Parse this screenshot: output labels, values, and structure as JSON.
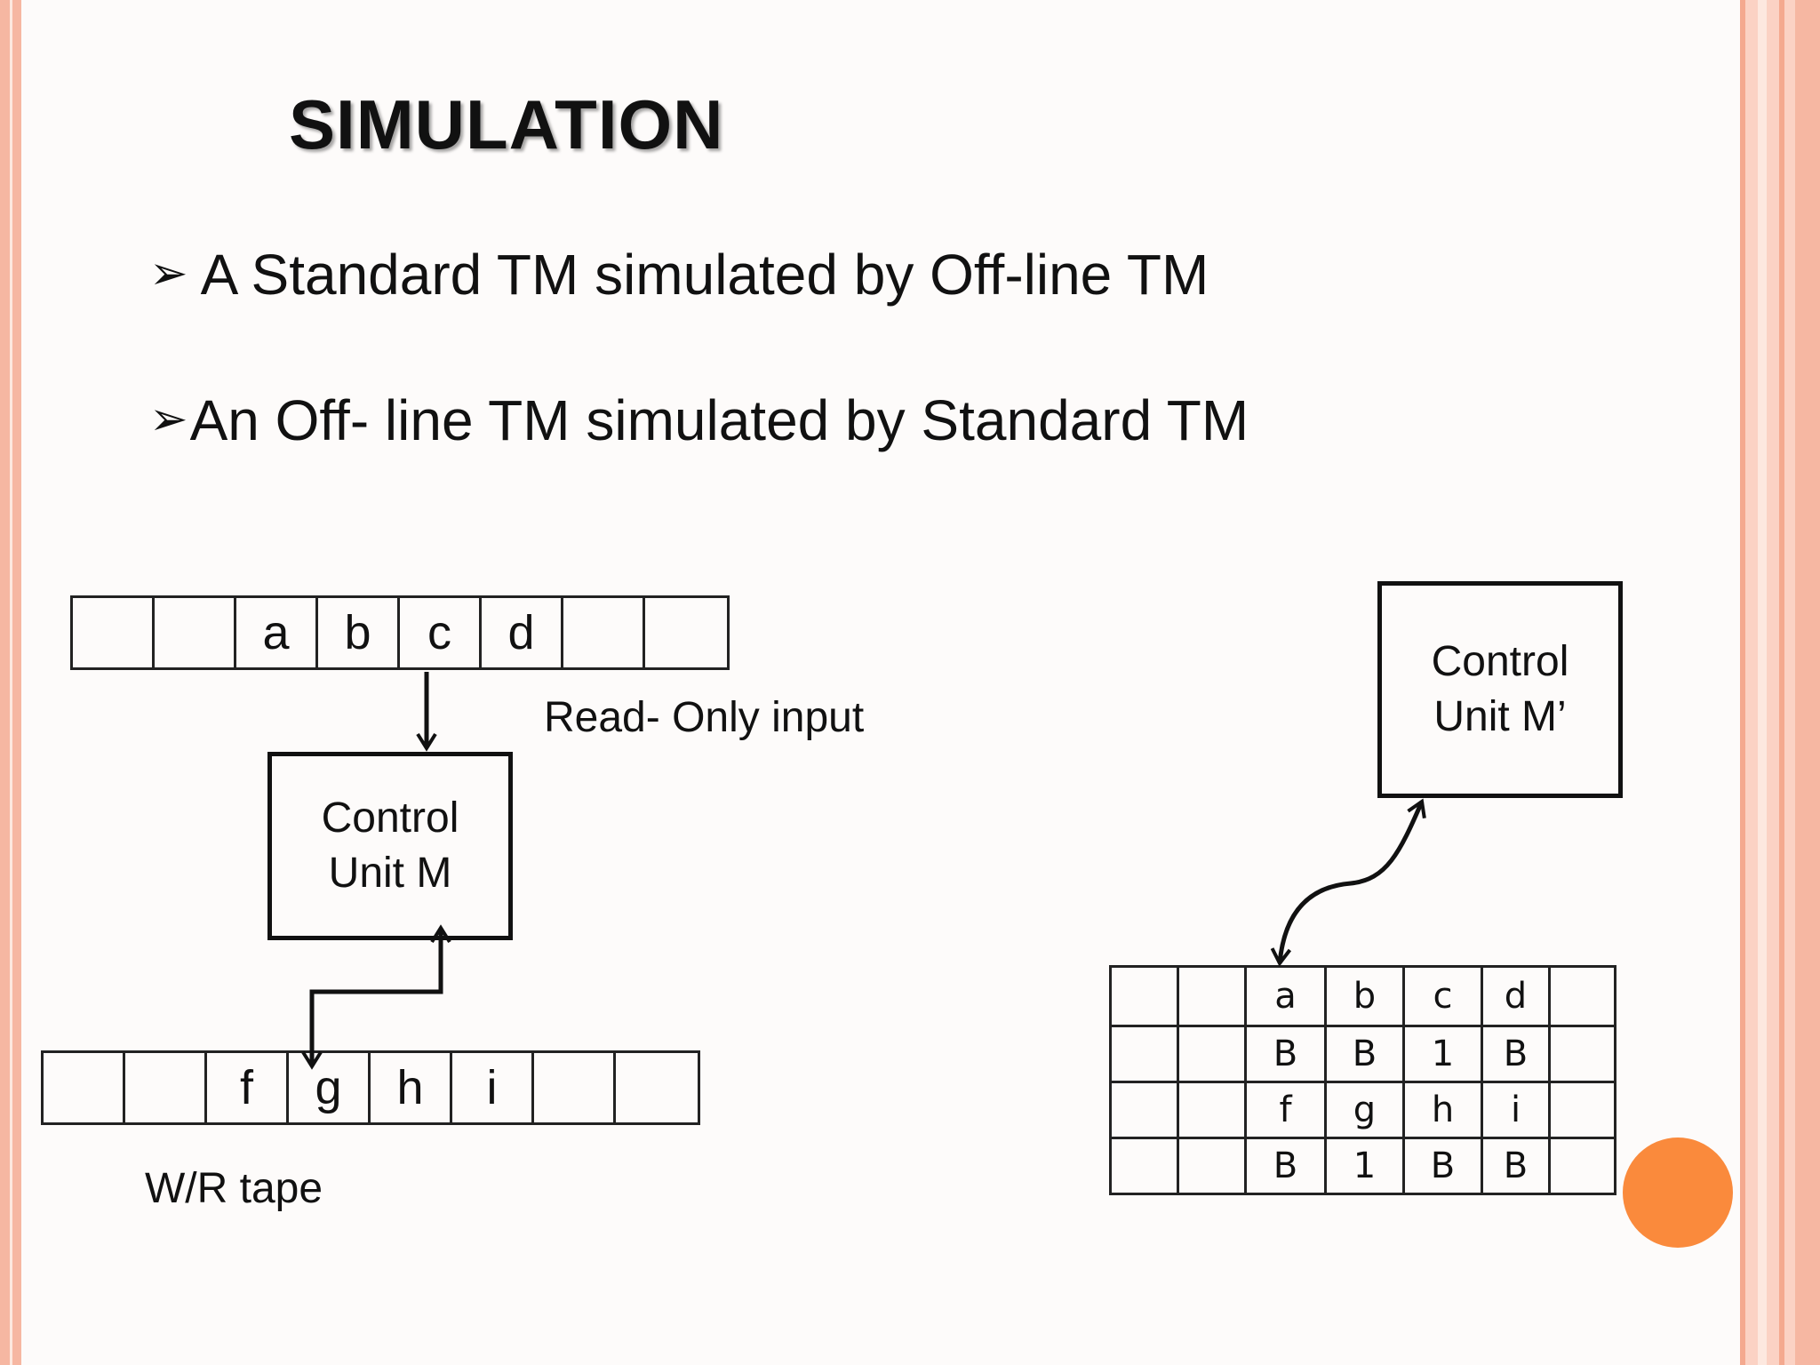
{
  "title": "SIMULATION",
  "bullets": [
    {
      "marker": "➢",
      "text": "A Standard TM simulated by Off-line TM"
    },
    {
      "marker": "➢",
      "text": "An Off- line TM  simulated by Standard TM"
    }
  ],
  "offline_tm": {
    "input_tape": [
      "",
      "",
      "a",
      "b",
      "c",
      "d",
      "",
      ""
    ],
    "input_label": "Read- Only input",
    "control_unit": {
      "line1": "Control",
      "line2": "Unit M"
    },
    "work_tape": [
      "",
      "",
      "f",
      "g",
      "h",
      "i",
      "",
      ""
    ],
    "work_label": "W/R tape"
  },
  "standard_tm": {
    "control_unit": {
      "line1": "Control",
      "line2": "Unit M’"
    },
    "tracks": [
      [
        "",
        "",
        "a",
        "b",
        "c",
        "d",
        ""
      ],
      [
        "",
        "",
        "B",
        "B",
        "1",
        "B",
        ""
      ],
      [
        "",
        "",
        "f",
        "g",
        "h",
        "i",
        ""
      ],
      [
        "",
        "",
        "B",
        "1",
        "B",
        "B",
        ""
      ]
    ]
  },
  "colors": {
    "accent_dot": "#fa8a3c",
    "border_stripe": "#f6b7a2"
  }
}
